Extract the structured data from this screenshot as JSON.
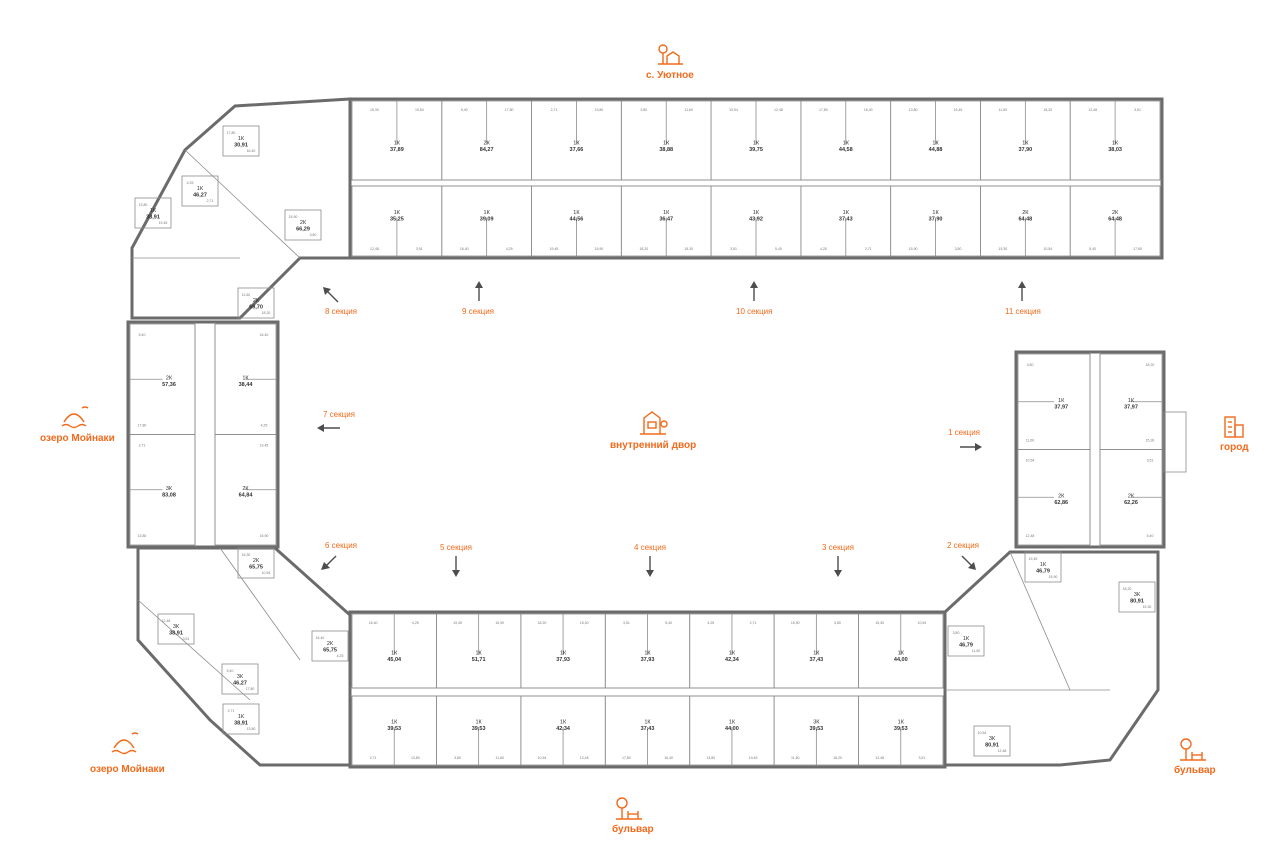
{
  "places": {
    "top": "с. Уютное",
    "courtyard": "внутренний двор",
    "city": "город",
    "lake_left": "озеро Мойнаки",
    "lake_bottom_left": "озеро Мойнаки",
    "boulevard_bottom": "бульвар",
    "boulevard_right": "бульвар"
  },
  "sections": {
    "s1": "1 секция",
    "s2": "2 секция",
    "s3": "3 секция",
    "s4": "4 секция",
    "s5": "5 секция",
    "s6": "6 секция",
    "s7": "7 секция",
    "s8": "8 секция",
    "s9": "9 секция",
    "s10": "10 секция",
    "s11": "11 секция"
  },
  "apartments": {
    "top": [
      {
        "type": "1К",
        "area": "37,89"
      },
      {
        "type": "2К",
        "area": "84,27"
      },
      {
        "type": "1К",
        "area": "37,66"
      },
      {
        "type": "1К",
        "area": "38,88"
      },
      {
        "type": "1К",
        "area": "39,75"
      },
      {
        "type": "1К",
        "area": "44,58"
      },
      {
        "type": "1К",
        "area": "44,88"
      },
      {
        "type": "1К",
        "area": "37,90"
      },
      {
        "type": "1К",
        "area": "38,03"
      },
      {
        "type": "1К",
        "area": "35,25"
      },
      {
        "type": "1К",
        "area": "39,09"
      },
      {
        "type": "1К",
        "area": "44,56"
      },
      {
        "type": "1К",
        "area": "36,47"
      },
      {
        "type": "1К",
        "area": "43,92"
      },
      {
        "type": "1К",
        "area": "37,43"
      },
      {
        "type": "1К",
        "area": "37,90"
      },
      {
        "type": "2К",
        "area": "64,48"
      },
      {
        "type": "2К",
        "area": "64,48"
      }
    ],
    "corner_top_left": [
      {
        "type": "1К",
        "area": "30,91"
      },
      {
        "type": "1К",
        "area": "46,27"
      },
      {
        "type": "1К",
        "area": "38,91"
      },
      {
        "type": "2К",
        "area": "66,29"
      },
      {
        "type": "2К",
        "area": "69,70"
      }
    ],
    "left": [
      {
        "type": "2К",
        "area": "57,36"
      },
      {
        "type": "3К",
        "area": "83,08"
      },
      {
        "type": "1К",
        "area": "38,44"
      },
      {
        "type": "2К",
        "area": "64,84"
      }
    ],
    "corner_bottom_left": [
      {
        "type": "2К",
        "area": "65,75"
      },
      {
        "type": "3К",
        "area": "38,91"
      },
      {
        "type": "3К",
        "area": "46,27"
      },
      {
        "type": "2К",
        "area": "65,75"
      },
      {
        "type": "1К",
        "area": "38,91"
      }
    ],
    "bottom": [
      {
        "type": "1К",
        "area": "45,04"
      },
      {
        "type": "1К",
        "area": "51,71"
      },
      {
        "type": "1К",
        "area": "37,93"
      },
      {
        "type": "1К",
        "area": "37,93"
      },
      {
        "type": "1К",
        "area": "42,34"
      },
      {
        "type": "1К",
        "area": "37,43"
      },
      {
        "type": "1К",
        "area": "44,00"
      },
      {
        "type": "1К",
        "area": "39,53"
      },
      {
        "type": "1К",
        "area": "39,53"
      },
      {
        "type": "1К",
        "area": "42,34"
      },
      {
        "type": "1К",
        "area": "37,43"
      },
      {
        "type": "1К",
        "area": "44,00"
      },
      {
        "type": "3К",
        "area": "39,53"
      },
      {
        "type": "1К",
        "area": "39,53"
      }
    ],
    "right": [
      {
        "type": "1К",
        "area": "37,97"
      },
      {
        "type": "2К",
        "area": "62,86"
      },
      {
        "type": "1К",
        "area": "37,97"
      },
      {
        "type": "2К",
        "area": "62,26"
      }
    ],
    "corner_bottom_right": [
      {
        "type": "1К",
        "area": "46,79"
      },
      {
        "type": "1К",
        "area": "46,79"
      },
      {
        "type": "3К",
        "area": "80,91"
      },
      {
        "type": "3К",
        "area": "80,91"
      }
    ]
  },
  "room_areas": [
    "15,30",
    "10,54",
    "12,48",
    "3,51",
    "5,40",
    "17,80",
    "16,40",
    "4,25",
    "2,71",
    "13,80",
    "19,45",
    "15,90",
    "3,80",
    "11,60",
    "18,20"
  ],
  "colors": {
    "accent": "#f26a1b",
    "walls": "#6b6b6b",
    "arrows": "#4d4d4d"
  },
  "icons": [
    "village-icon",
    "courtyard-icon",
    "city-icon",
    "lake-icon",
    "boulevard-icon"
  ]
}
